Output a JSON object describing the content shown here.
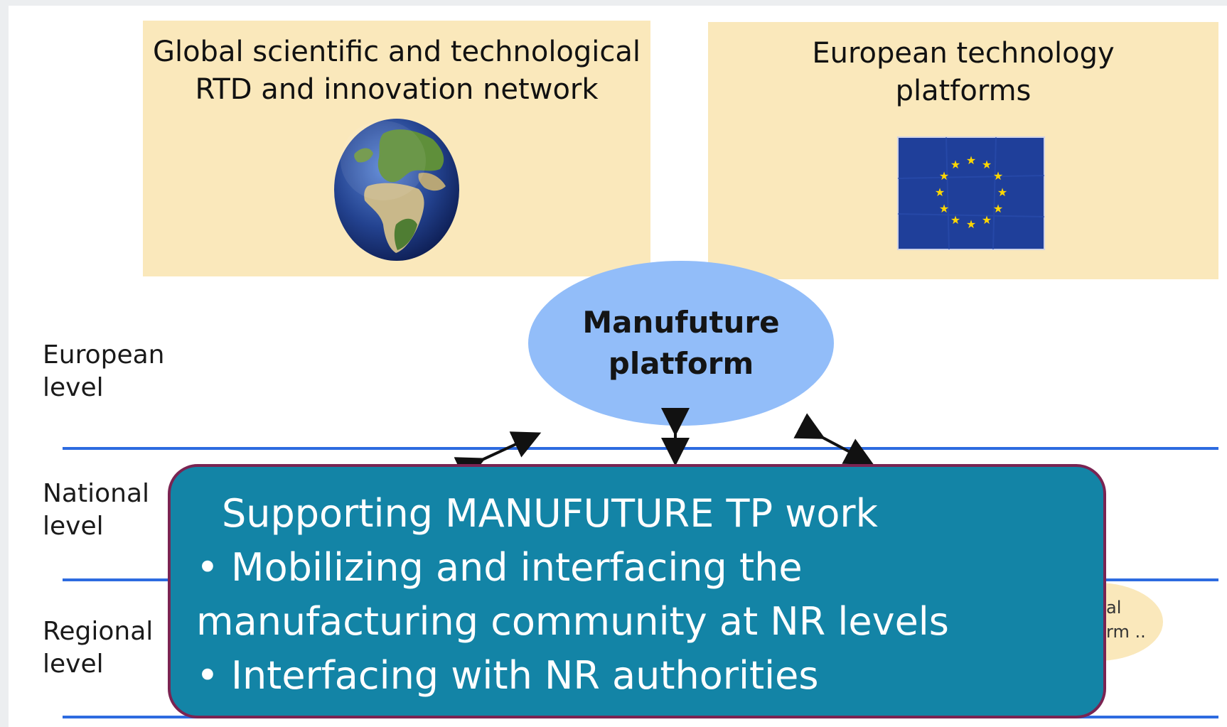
{
  "boxes": {
    "global": {
      "title_line1": "Global scientific and technological",
      "title_line2": "RTD and innovation  network",
      "image": "globe-icon"
    },
    "european": {
      "title_line1": "European technology",
      "title_line2": "platforms",
      "image": "eu-flag-icon"
    }
  },
  "platform": {
    "line1": "Manufuture",
    "line2": "platform"
  },
  "levels": [
    {
      "line1": "European",
      "line2": "level"
    },
    {
      "line1": "National",
      "line2": "level"
    },
    {
      "line1": "Regional",
      "line2": "level"
    }
  ],
  "regional_platform_partial": {
    "line1": "al",
    "line2": "rm .."
  },
  "callout": {
    "heading": "Supporting MANUFUTURE TP work",
    "bullets": [
      {
        "line1": "Mobilizing and interfacing  the",
        "line2": "manufacturing community at NR levels"
      },
      {
        "line1": "Interfacing with NR authorities"
      }
    ],
    "bullet_char": "•"
  },
  "colors": {
    "box_fill": "#fae8bb",
    "ellipse_fill": "#92bdf9",
    "level_line": "#2d6be0",
    "callout_fill": "#1384a6",
    "callout_border": "#7a2452",
    "eu_blue": "#1f3f9a",
    "eu_star": "#ffd700"
  }
}
